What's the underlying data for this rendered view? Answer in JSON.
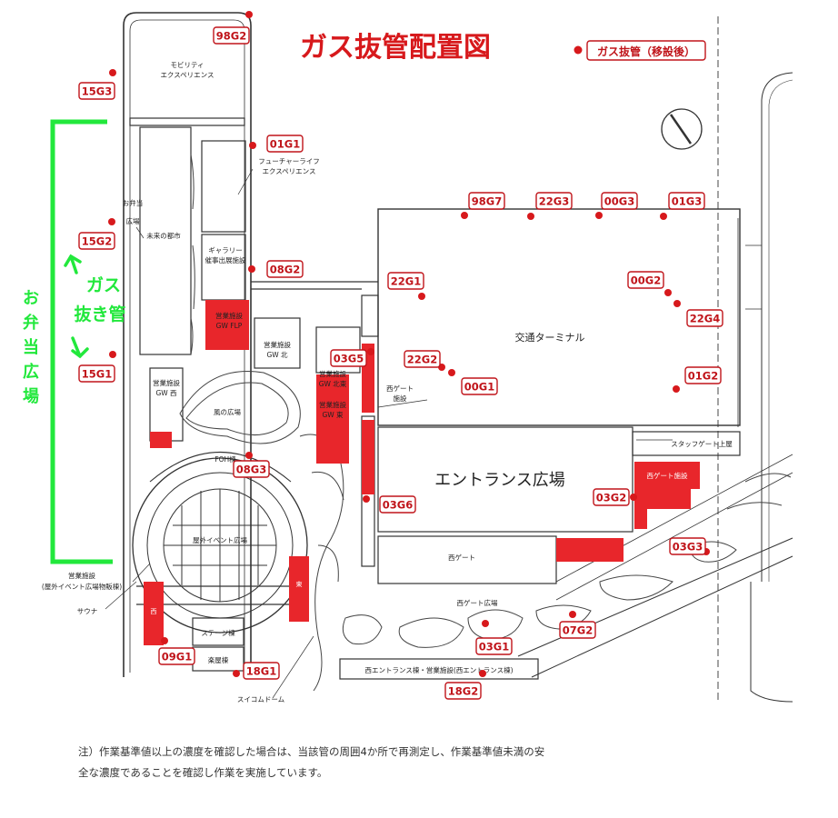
{
  "title": "ガス抜管配置図",
  "legend": {
    "label": "ガス抜管（移設後）",
    "marker_color": "#d7191c"
  },
  "colors": {
    "marker": "#d7191c",
    "code_border": "#c0141a",
    "code_text": "#c0141a",
    "facility_fill": "#e8262b",
    "annotation": "#22e83c",
    "line": "#333333"
  },
  "annotation": {
    "vertical": [
      "お",
      "弁",
      "当",
      "広",
      "場"
    ],
    "gas_line1": "ガス",
    "gas_line2": "抜き管"
  },
  "pipes": [
    "98G2",
    "15G3",
    "01G1",
    "15G2",
    "08G2",
    "15G1",
    "98G7",
    "22G3",
    "00G3",
    "01G3",
    "22G1",
    "00G2",
    "22G4",
    "03G5",
    "22G2",
    "00G1",
    "01G2",
    "08G3",
    "03G6",
    "03G2",
    "03G3",
    "07G2",
    "03G1",
    "09G1",
    "18G1",
    "18G2"
  ],
  "places": {
    "mobility": "モビリティ",
    "mobility2": "エクスペリエンス",
    "future1": "フューチャーライフ",
    "future2": "エクスペリエンス",
    "obento1": "お弁当",
    "obento2": "広場",
    "mirai": "未来の都市",
    "gallery1": "ギャラリー",
    "gallery2": "催事出展施設",
    "shop_flp1": "営業施設",
    "shop_flp2": "GW FLP",
    "shop_north1": "営業施設",
    "shop_north2": "GW 北",
    "shop_ne1": "営業施設",
    "shop_ne2": "GW 北東",
    "shop_east1": "営業施設",
    "shop_east2": "GW 東",
    "shop_west1": "営業施設",
    "shop_west2": "GW 西",
    "west_gate_fac1": "西ゲート",
    "west_gate_fac2": "施設",
    "terminal": "交通ターミナル",
    "kaze": "風の広場",
    "foh": "FOH棟",
    "event_plaza": "屋外イベント広場",
    "entrance": "エントランス広場",
    "staff_gate": "スタッフゲート上屋",
    "west_gate_shop": "西ゲート施設",
    "west_gate": "西ゲート",
    "west_gate_plaza": "西ゲート広場",
    "stage": "ステージ棟",
    "gakuya": "楽屋棟",
    "east_in": "東\nイン",
    "west_in": "西\nイン",
    "sauna": "サウナ",
    "event_shop1": "営業施設",
    "event_shop2": "(屋外イベント広場物販棟)",
    "west_entrance": "西エントランス棟・営業施設(西エントランス棟)",
    "swim": "スイコムドーム"
  },
  "note": {
    "line1": "注）作業基準値以上の濃度を確認した場合は、当該管の周囲4か所で再測定し、作業基準値未満の安",
    "line2": "全な濃度であることを確認し作業を実施しています。"
  }
}
